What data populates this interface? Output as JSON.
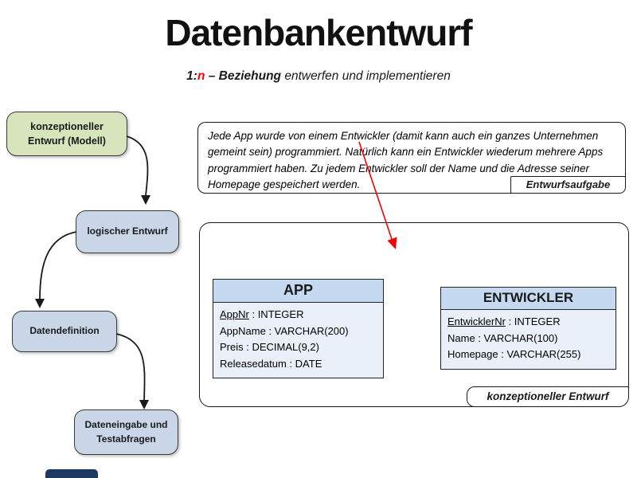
{
  "title": "Datenbankentwurf",
  "subtitle": {
    "seg1": "1:",
    "seg2": "n",
    "seg3": " – Beziehung",
    "seg4": " entwerfen und implementieren"
  },
  "colors": {
    "accent_red": "#ff0000",
    "green_box": "#d7e4bc",
    "blue_box": "#c8d6e8",
    "entity_header": "#c5d9f1",
    "entity_body": "#e9f0f9",
    "corner_shape": "#1f3864"
  },
  "flowchart": {
    "steps": [
      {
        "label": "konzeptioneller Entwurf (Modell)"
      },
      {
        "label": "logischer Entwurf"
      },
      {
        "label": "Datendefinition"
      },
      {
        "label": "Dateneingabe und Testabfragen"
      }
    ]
  },
  "task_box": {
    "text": "Jede App wurde von einem Entwickler (damit kann auch ein ganzes Unternehmen gemeint sein) programmiert. Natürlich kann ein Entwickler wiederum mehrere Apps programmiert haben. Zu jedem Entwickler soll der Name und die Adresse seiner Homepage gespeichert werden.",
    "label": "Entwurfsaufgabe"
  },
  "er_diagram": {
    "label": "konzeptioneller Entwurf",
    "entities": [
      {
        "name": "APP",
        "attributes": [
          {
            "name": "AppNr",
            "rest": " : INTEGER",
            "key": true
          },
          {
            "name": "AppName",
            "rest": " : VARCHAR(200)",
            "key": false
          },
          {
            "name": "Preis",
            "rest": " : DECIMAL(9,2)",
            "key": false
          },
          {
            "name": "Releasedatum",
            "rest": " : DATE",
            "key": false
          }
        ]
      },
      {
        "name": "ENTWICKLER",
        "attributes": [
          {
            "name": "EntwicklerNr",
            "rest": " : INTEGER",
            "key": true
          },
          {
            "name": "Name",
            "rest": " : VARCHAR(100)",
            "key": false
          },
          {
            "name": "Homepage",
            "rest": " : VARCHAR(255)",
            "key": false
          }
        ]
      }
    ]
  }
}
